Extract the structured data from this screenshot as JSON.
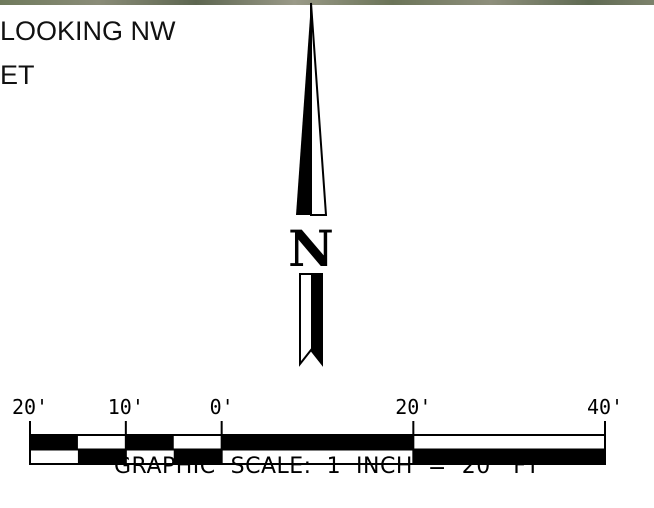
{
  "caption": {
    "line1": "LOOKING NW",
    "line2": "ET"
  },
  "north_arrow": {
    "letter": "N"
  },
  "scale_bar": {
    "tick_labels": [
      "20'",
      "10'",
      "0'",
      "20'",
      "40'"
    ],
    "ticks_ft": [
      -20,
      -10,
      0,
      20,
      40
    ],
    "text": "GRAPHIC  SCALE:  1  INCH  =  20   FT"
  },
  "colors": {
    "ink": "#000000",
    "paper": "#ffffff"
  }
}
